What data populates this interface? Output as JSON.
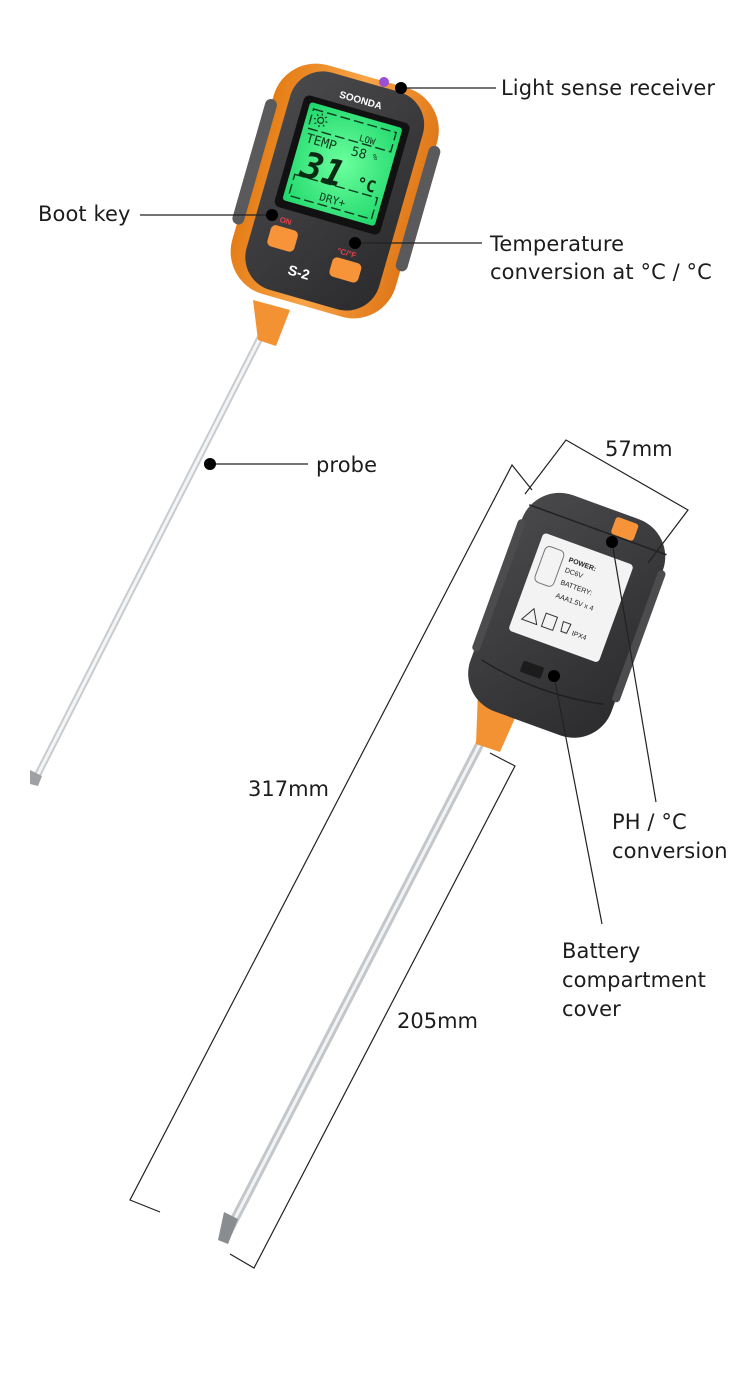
{
  "product": {
    "brand": "SOONDA",
    "model": "S-2",
    "buttons": {
      "on_label": "ON",
      "unit_label": "°C/°F"
    },
    "display": {
      "top_indicator": "LOW",
      "mode_label": "TEMP",
      "humidity_value": "58",
      "humidity_unit": "%",
      "main_value": "31",
      "main_unit": "°C",
      "bottom_indicator": "DRY+",
      "icon": "sun-icon"
    },
    "back_sticker": {
      "power_label": "POWER:",
      "power_value": "DC6V",
      "battery_label": "BATTERY:",
      "battery_value": "AAA1.5V x 4",
      "rating": "IPX4"
    }
  },
  "callouts": {
    "light_sense_receiver": "Light sense receiver",
    "boot_key": "Boot key",
    "temperature_conversion_line1": "Temperature",
    "temperature_conversion_line2": "conversion at °C / °C",
    "probe": "probe",
    "ph_conversion_line1": "PH / °C",
    "ph_conversion_line2": "conversion",
    "battery_cover_line1": "Battery",
    "battery_cover_line2": "compartment",
    "battery_cover_line3": "cover"
  },
  "dimensions": {
    "width": "57mm",
    "total_length": "317mm",
    "probe_length": "205mm"
  },
  "colors": {
    "body_orange": "#f5922a",
    "body_dark": "#3b3b3d",
    "lcd_green": "#3ef08a",
    "button_orange": "#f7943a",
    "probe_silver": "#d8dbdd"
  }
}
